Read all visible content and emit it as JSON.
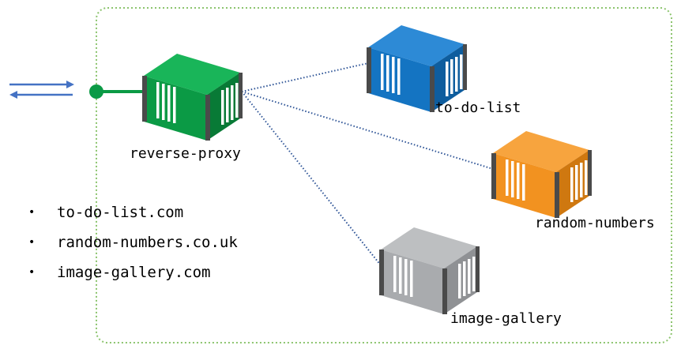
{
  "containers": {
    "proxy": {
      "label": "reverse-proxy",
      "color": "#0b9a45",
      "color_dark": "#087a36",
      "color_light": "#19b559"
    },
    "todo": {
      "label": "to-do-list",
      "color": "#1474c2",
      "color_dark": "#0e5d9e",
      "color_light": "#2d8ad6"
    },
    "random": {
      "label": "random-numbers",
      "color": "#f29220",
      "color_dark": "#cf7810",
      "color_light": "#f7a43e"
    },
    "gallery": {
      "label": "image-gallery",
      "color": "#a9abae",
      "color_dark": "#8f9194",
      "color_light": "#bdbfc1"
    }
  },
  "domains": [
    "to-do-list.com",
    "random-numbers.co.uk",
    "image-gallery.com"
  ],
  "colors": {
    "network_border": "#8cc46e",
    "connector": "#0b9a45",
    "traffic_arrows": "#4472c4",
    "dotted_links": "#2f5597"
  }
}
